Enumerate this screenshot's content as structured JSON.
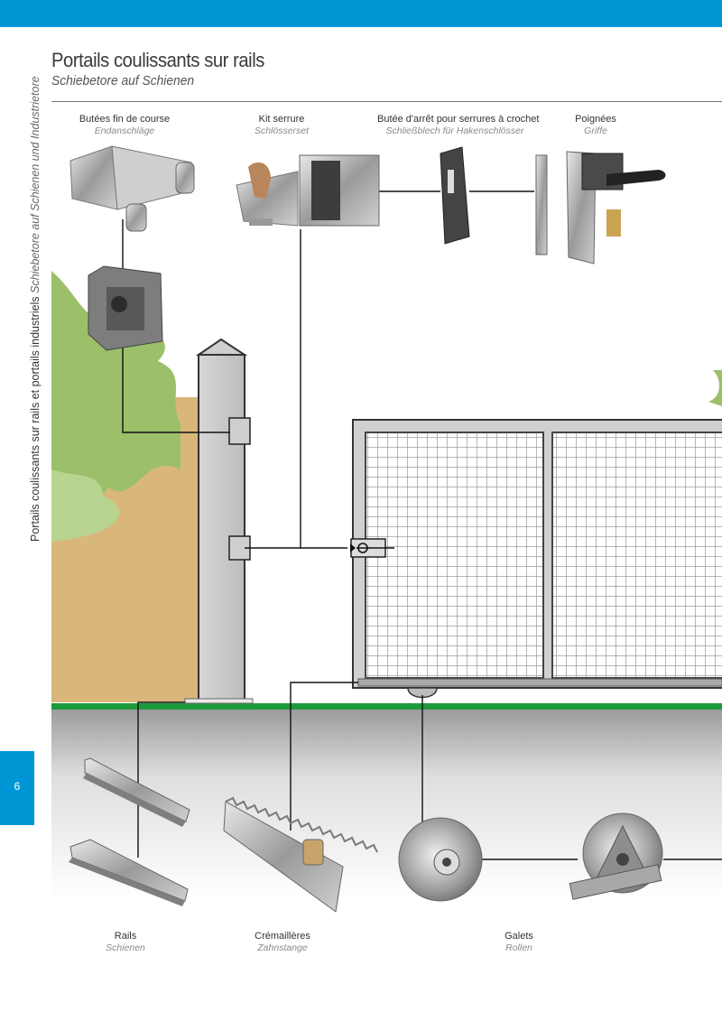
{
  "page": {
    "title": "Portails coulissants sur rails",
    "subtitle": "Schiebetore auf Schienen",
    "side_label_main": "Portails coulissants sur rails et portails industriels",
    "side_label_sub": "Schiebetore auf Schienen und Industrietore",
    "page_number": "6"
  },
  "colors": {
    "accent_blue": "#0096d6",
    "grass_green": "#1e9a3c",
    "fence_tan": "#d9b77a",
    "foliage_green": "#9cbf6a",
    "ground_grey": "#dcdcdc"
  },
  "products": {
    "butees": {
      "fr": "Butées fin de course",
      "de": "Endanschläge"
    },
    "kit_serrure": {
      "fr": "Kit serrure",
      "de": "Schlösserset"
    },
    "butee_arret": {
      "fr": "Butée d'arrêt pour serrures à crochet",
      "de": "Schließblech für Hakenschlösser"
    },
    "poignees": {
      "fr": "Poignées",
      "de": "Griffe"
    },
    "rails": {
      "fr": "Rails",
      "de": "Schienen"
    },
    "cremailleres": {
      "fr": "Crémaillères",
      "de": "Zahnstange"
    },
    "galets": {
      "fr": "Galets",
      "de": "Rollen"
    }
  }
}
